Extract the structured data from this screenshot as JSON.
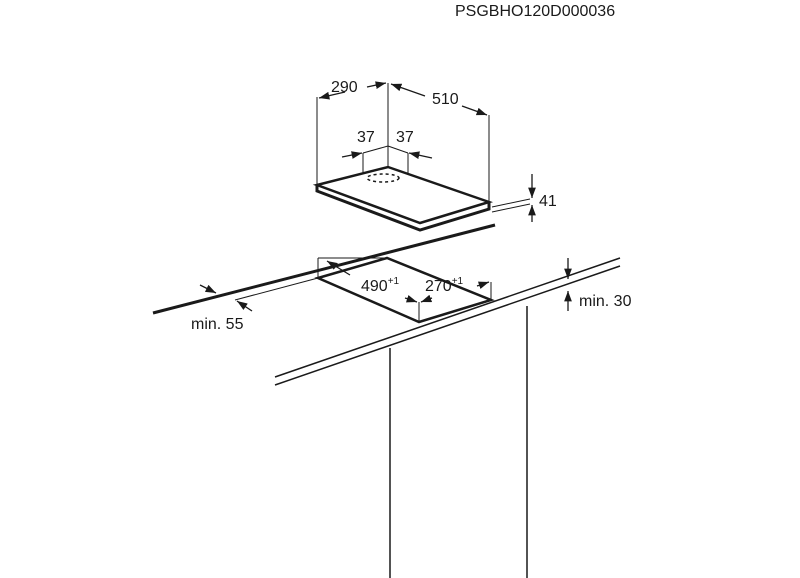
{
  "product_code": "PSGBHO120D000036",
  "hob_dimensions": {
    "depth": "290",
    "width": "510",
    "inset_left": "37",
    "inset_right": "37",
    "height": "41"
  },
  "cutout_dimensions": {
    "width": "490",
    "width_tolerance": "+1",
    "depth": "270",
    "depth_tolerance": "+1",
    "min_back_distance": "min. 55",
    "min_worktop_thickness": "min. 30"
  },
  "colors": {
    "line": "#1a1a1a",
    "background": "#ffffff"
  }
}
